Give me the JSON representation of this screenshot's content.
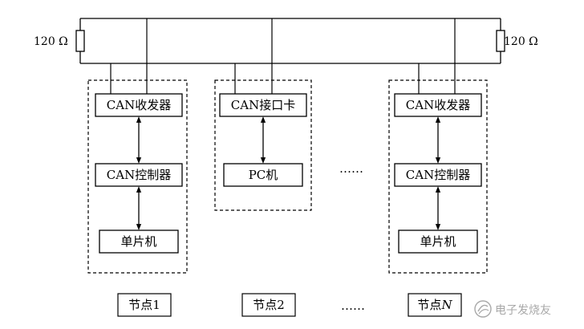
{
  "resistors": {
    "left_label": "120 Ω",
    "right_label": "120 Ω"
  },
  "nodes": [
    {
      "dashed": true,
      "boxes": [
        "CAN收发器",
        "CAN控制器",
        "单片机"
      ],
      "label_prefix": "节点",
      "label_suffix": "1",
      "suffix_italic": false
    },
    {
      "dashed": true,
      "boxes": [
        "CAN接口卡",
        "PC机"
      ],
      "label_prefix": "节点",
      "label_suffix": "2",
      "suffix_italic": false
    },
    {
      "dashed": true,
      "boxes": [
        "CAN收发器",
        "CAN控制器",
        "单片机"
      ],
      "label_prefix": "节点",
      "label_suffix": "N",
      "suffix_italic": true
    }
  ],
  "ellipsis_middle": "……",
  "ellipsis_bottom": "……",
  "watermark": "电子发烧友"
}
